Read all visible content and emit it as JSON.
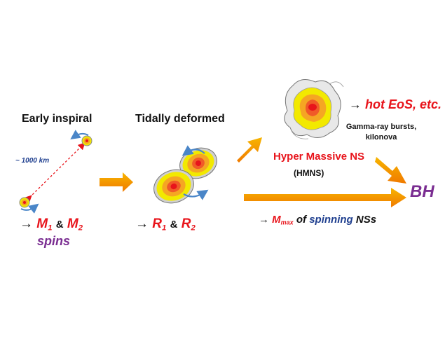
{
  "stages": {
    "early": {
      "title": "Early inspiral",
      "distance": "~ 1000 km"
    },
    "tidal": {
      "title": "Tidally deformed"
    },
    "hmns": {
      "title": "Hyper Massive NS",
      "abbr": "(HMNS)"
    }
  },
  "outcomes": {
    "hot_eos": {
      "arrow": "→",
      "text": "hot EoS, etc."
    },
    "grb": {
      "line1": "Gamma-ray bursts,",
      "line2": "kilonova"
    },
    "bh": "BH"
  },
  "constraints": {
    "masses": {
      "arrow": "→",
      "m": "M",
      "sub1": "1",
      "amp": "&",
      "sub2": "2",
      "spins": "spins"
    },
    "radii": {
      "arrow": "→",
      "r": "R",
      "sub1": "1",
      "amp": "&",
      "sub2": "2"
    },
    "mmax": {
      "arrow": "→",
      "m": "M",
      "sub": "max",
      "of": "of",
      "spinning": "spinning",
      "ns": "NSs"
    }
  },
  "colors": {
    "arrow_fill": "#f59a00",
    "arrow_dark": "#e07000",
    "star_outer": "#f2e900",
    "star_mid": "#f5a623",
    "star_core": "#e8141b",
    "spin_arrow": "#4a86c8",
    "text_red": "#e8141b",
    "text_purple": "#7a2d91",
    "text_navy": "#1f3f8f"
  }
}
